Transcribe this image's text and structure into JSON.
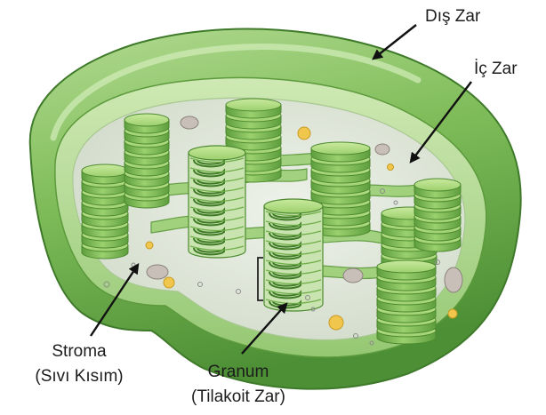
{
  "labels": {
    "outer_membrane": "Dış Zar",
    "inner_membrane": "İç Zar",
    "stroma_line1": "Stroma",
    "stroma_line2": "(Sıvı Kısım)",
    "granum_line1": "Granum",
    "granum_line2": "(Tilakoit Zar)"
  },
  "colors": {
    "outer_green": "#7cb85a",
    "inner_green": "#a9d688",
    "stroma": "#dde5d8",
    "thylakoid": "#8cc660",
    "arrow": "#111111"
  }
}
